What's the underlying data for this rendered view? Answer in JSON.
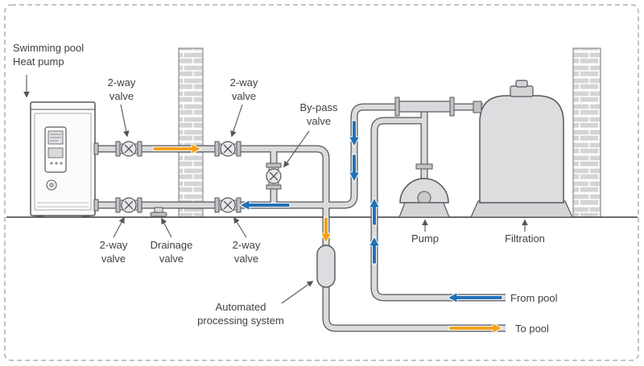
{
  "labels": {
    "heat_pump": "Swimming pool\nHeat pump",
    "two_way_valve": "2-way\nvalve",
    "bypass_valve": "By-pass\nvalve",
    "drainage_valve": "Drainage\nvalve",
    "pump": "Pump",
    "filtration": "Filtration",
    "automated_processing": "Automated\nprocessing system",
    "from_pool": "From pool",
    "to_pool": "To pool"
  },
  "colors": {
    "flow-warm": "#F5A21C",
    "flow-cold": "#2072B8",
    "pipe-fill": "#dadbdc",
    "pipe-stroke": "#54565a",
    "component-fill": "#dcddde",
    "text": "#3f4143",
    "border": "#aeb0b2"
  },
  "flow_arrows": [
    {
      "id": "heat-pump-outlet",
      "color": "warm",
      "direction": "right"
    },
    {
      "id": "to-processing-system",
      "color": "warm",
      "direction": "down"
    },
    {
      "id": "to-pool",
      "color": "warm",
      "direction": "right"
    },
    {
      "id": "return-to-heat-pump",
      "color": "cold",
      "direction": "left"
    },
    {
      "id": "filtration-return-1",
      "color": "cold",
      "direction": "down"
    },
    {
      "id": "filtration-return-2",
      "color": "cold",
      "direction": "down"
    },
    {
      "id": "pool-suction-1",
      "color": "cold",
      "direction": "up"
    },
    {
      "id": "pool-suction-2",
      "color": "cold",
      "direction": "up"
    },
    {
      "id": "from-pool",
      "color": "cold",
      "direction": "left"
    }
  ]
}
